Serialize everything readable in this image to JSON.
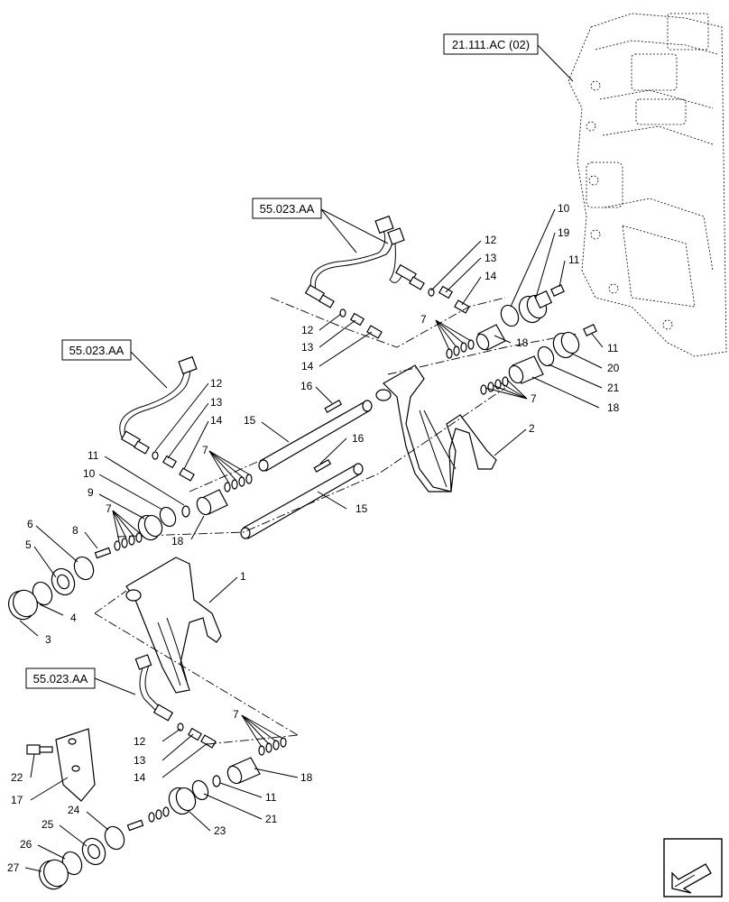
{
  "references": [
    {
      "id": "ref-transmission",
      "text": "21.111.AC (02)"
    },
    {
      "id": "ref-harness-upper",
      "text": "55.023.AA"
    },
    {
      "id": "ref-harness-left",
      "text": "55.023.AA"
    },
    {
      "id": "ref-harness-lower",
      "text": "55.023.AA"
    }
  ],
  "callouts": [
    "1",
    "2",
    "3",
    "4",
    "5",
    "6",
    "7",
    "8",
    "9",
    "10",
    "11",
    "12",
    "13",
    "14",
    "15",
    "16",
    "17",
    "18",
    "19",
    "20",
    "21",
    "22",
    "23",
    "24",
    "25",
    "26",
    "27"
  ],
  "nav_icon": "next-page-arrow-icon"
}
